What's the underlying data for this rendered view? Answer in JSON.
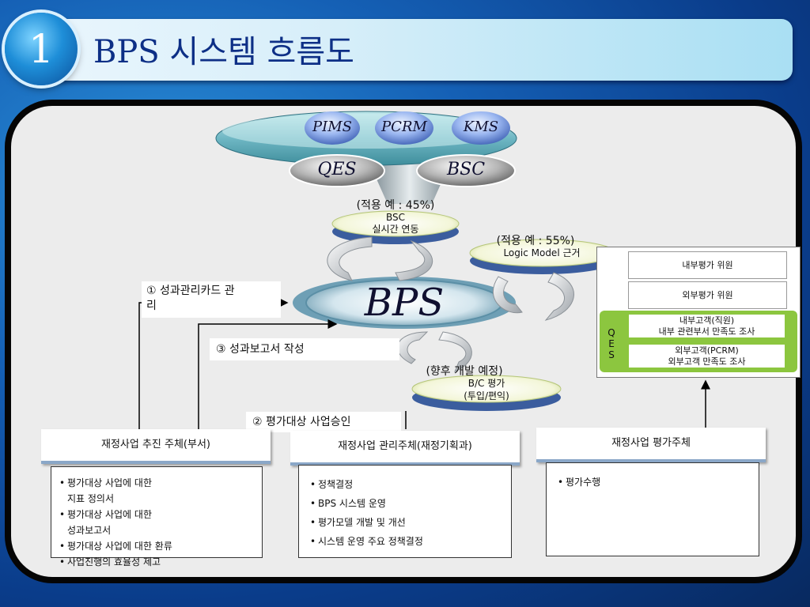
{
  "slide": {
    "number": "1",
    "title": "BPS 시스템 흐름도"
  },
  "top_systems": {
    "row1": [
      "PIMS",
      "PCRM",
      "KMS"
    ],
    "row2": [
      "QES",
      "BSC"
    ]
  },
  "bsc_disc": {
    "note": "(적용 예 : 45%)",
    "line1": "BSC",
    "line2": "실시간 연동"
  },
  "logic_disc": {
    "note": "(적용 예 : 55%)",
    "label": "Logic Model 근거"
  },
  "bps": {
    "label": "BPS"
  },
  "bc_disc": {
    "note": "(향후 개발 예정)",
    "line1": "B/C 평가",
    "line2": "(투입/편익)"
  },
  "steps": {
    "step1": "① 성과관리카드 관\n리",
    "step2": "② 평가대상 사업승인",
    "step3": "③ 성과보고서 작성"
  },
  "evaluation_panel": {
    "internal_committee": "내부평가 위원",
    "external_committee": "외부평가 위원",
    "qes_label": [
      "Q",
      "E",
      "S"
    ],
    "internal_customer": {
      "line1": "내부고객(직원)",
      "line2": "내부 관련부서 만족도 조사"
    },
    "external_customer": {
      "line1": "외부고객(PCRM)",
      "line2": "외부고객 만족도 조사"
    }
  },
  "entities": [
    {
      "header": "재정사업 추진 주체(부서)",
      "items": [
        "평가대상 사업에 대한\n지표 정의서",
        "평가대상 사업에 대한\n성과보고서",
        "평가대상 사업에 대한 환류",
        "사업진행의 효율성 제고"
      ]
    },
    {
      "header": "재정사업 관리주체(재정기획과)",
      "items": [
        "정책결정",
        "BPS 시스템 운영",
        "평가모델 개발 및 개선",
        "시스템 운영 주요 정책결정"
      ]
    },
    {
      "header": "재정사업 평가주체",
      "items": [
        "평가수행"
      ]
    }
  ],
  "colors": {
    "title_text": "#0d2f86",
    "qes_green": "#8cc63f",
    "panel_bg": "#ececec"
  }
}
